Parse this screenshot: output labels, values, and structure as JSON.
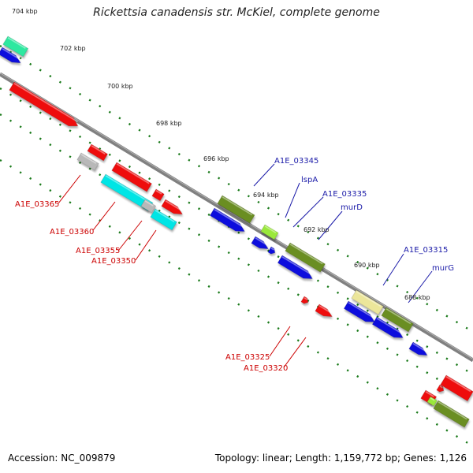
{
  "title": "Rickettsia canadensis str. McKiel, complete genome",
  "footer": {
    "accession": "Accession: NC_009879",
    "summary": "Topology: linear; Length: 1,159,772 bp; Genes: 1,126"
  },
  "ticks": [
    "704 kbp",
    "702 kbp",
    "700 kbp",
    "698 kbp",
    "696 kbp",
    "694 kbp",
    "692 kbp",
    "690 kbp",
    "688 kbp"
  ],
  "labels_top": [
    "A1E_03345",
    "lspA",
    "A1E_03335",
    "murD",
    "A1E_03315",
    "murG"
  ],
  "labels_bottom": [
    "A1E_03365",
    "A1E_03360",
    "A1E_03355",
    "A1E_03350",
    "A1E_03325",
    "A1E_03320"
  ],
  "colors": {
    "blue_label": "#1a1aa8",
    "red_label": "#cc0000",
    "backbone": "#808080",
    "dots": "#1a7a1a",
    "red": "#ee1111",
    "blue": "#1111dd",
    "olive": "#6b8e23",
    "cyan": "#00e5e5",
    "gray": "#b8b8b8",
    "teal": "#2ee8a0",
    "khaki": "#ece69a",
    "lime": "#9ae83a"
  }
}
